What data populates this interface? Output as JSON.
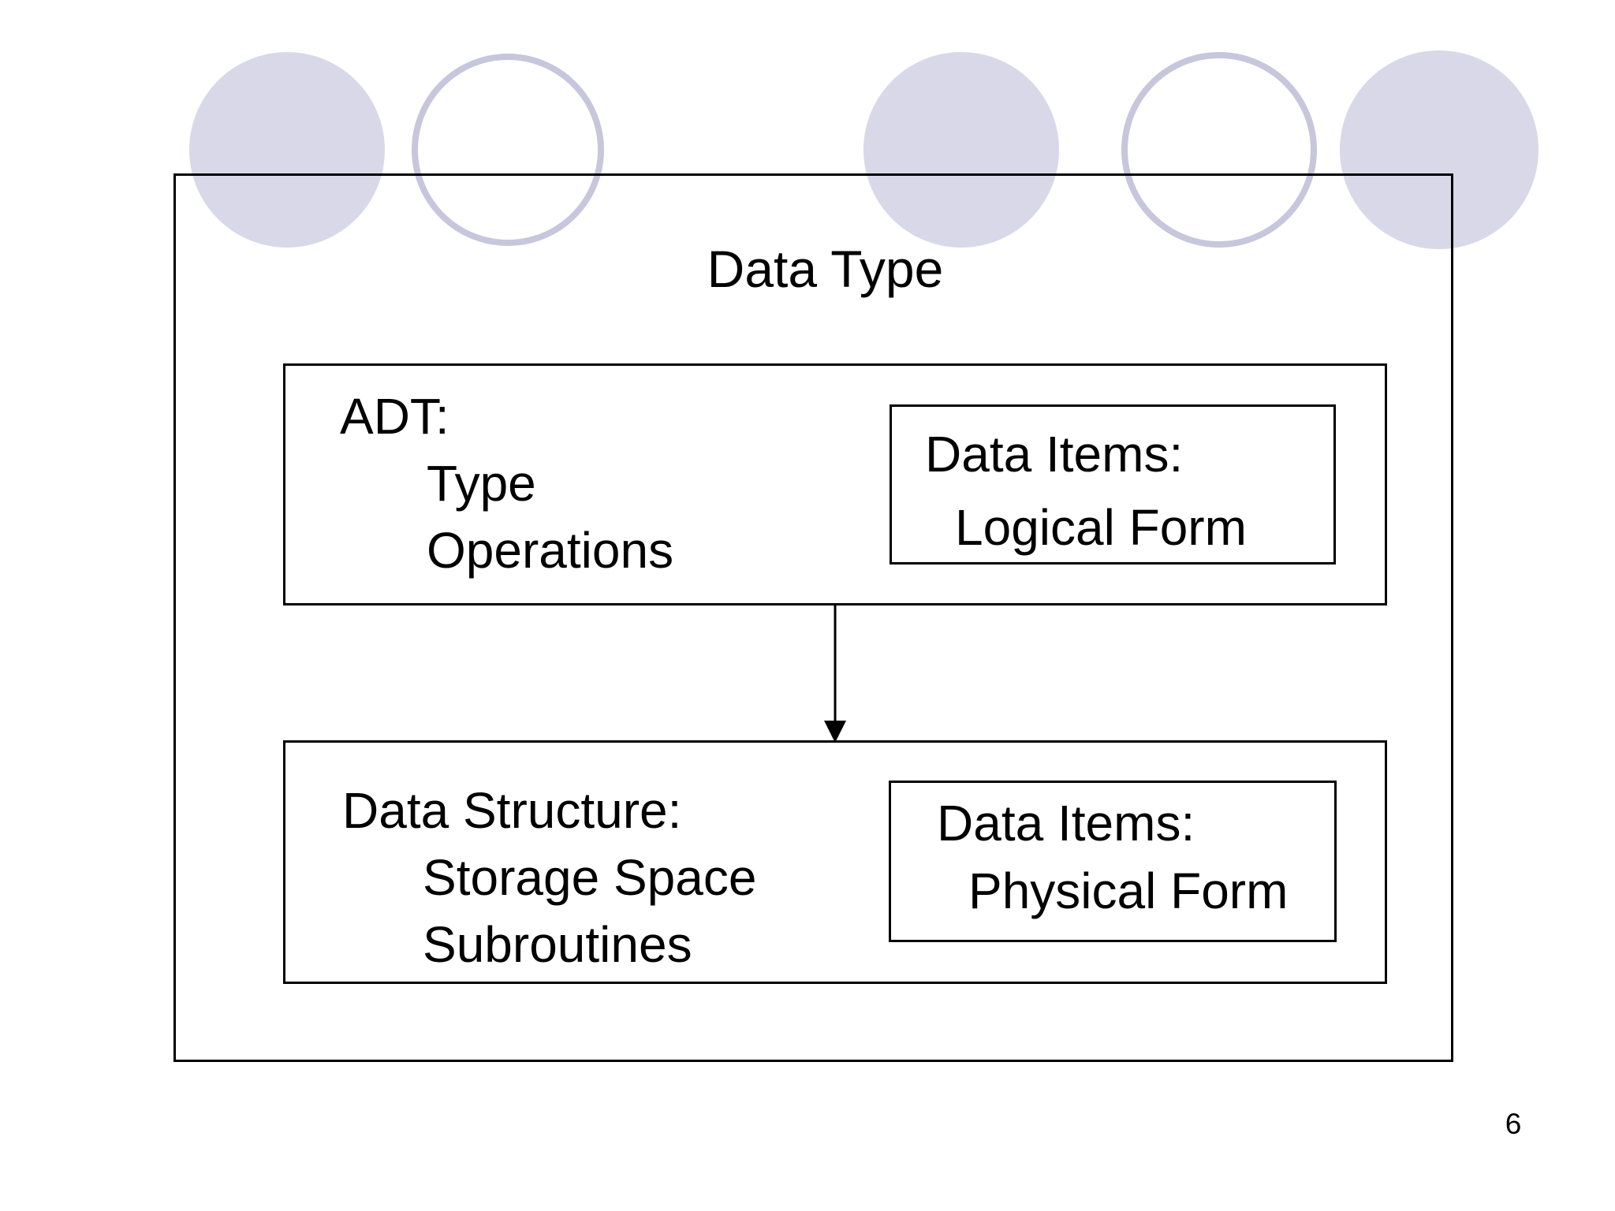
{
  "slide": {
    "title": "Data Type",
    "page_number": "6",
    "colors": {
      "circle_fill": "#d9d8e8",
      "circle_stroke": "#c7c6dc",
      "line_color": "#000000"
    },
    "adt_box": {
      "line1": "ADT:",
      "line2": "Type",
      "line3": "Operations",
      "data_items": {
        "line1": "Data Items:",
        "line2": "Logical Form"
      }
    },
    "data_structure_box": {
      "line1": "Data Structure:",
      "line2": "Storage Space",
      "line3": "Subroutines",
      "data_items": {
        "line1": "Data Items:",
        "line2": "Physical Form"
      }
    }
  }
}
